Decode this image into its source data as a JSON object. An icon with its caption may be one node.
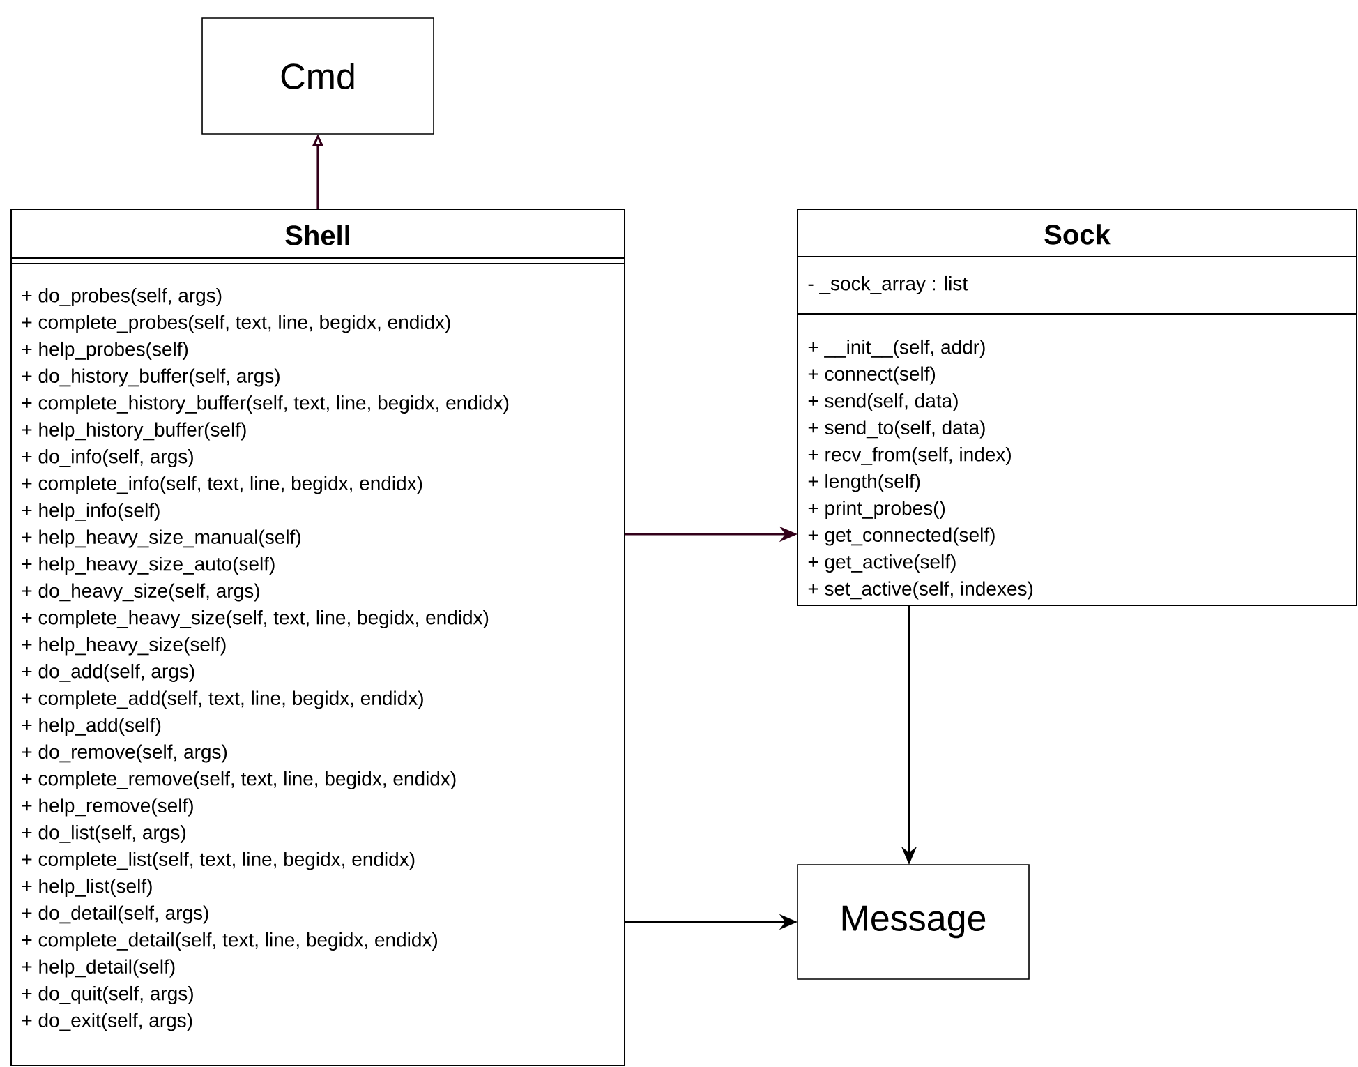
{
  "diagram": {
    "nodes": [
      {
        "text": [
          "Cmd"
        ]
      },
      {
        "text": [
          "Shell",
          "+ do_probes(self, args)",
          "+ complete_probes(self, text, line, begidx, endidx)",
          "+ help_probes(self)",
          "+ do_history_buffer(self, args)",
          "+ complete_history_buffer(self, text, line, begidx, endidx)",
          "+ help_history_buffer(self)",
          "+ do_info(self, args)",
          "+ complete_info(self, text, line, begidx, endidx)",
          "+ help_info(self)",
          "+ help_heavy_size_manual(self)",
          "+ help_heavy_size_auto(self)",
          "+ do_heavy_size(self, args)",
          "+ complete_heavy_size(self, text, line, begidx, endidx)",
          "+ help_heavy_size(self)",
          "+ do_add(self, args)",
          "+ complete_add(self, text, line, begidx, endidx)",
          "+ help_add(self)",
          "+ do_remove(self, args)",
          "+ complete_remove(self, text, line, begidx, endidx)",
          "+ help_remove(self)",
          "+ do_list(self, args)",
          "+ complete_list(self, text, line, begidx, endidx)",
          "+ help_list(self)",
          "+ do_detail(self, args)",
          "+ complete_detail(self, text, line, begidx, endidx)",
          "+ help_detail(self)",
          "+ do_quit(self, args)",
          "+ do_exit(self, args)"
        ]
      },
      {
        "text": [
          "Sock",
          "- _sock_array : list",
          "+ __init__(self, addr)",
          "+ connect(self)",
          "+ send(self, data)",
          "+ send_to(self, data)",
          "+ recv_from(self, index)",
          "+ length(self)",
          "+ print_probes()",
          "+ get_connected(self)",
          "+ get_active(self)",
          "+ set_active(self, indexes)"
        ]
      },
      {
        "text": [
          "Message"
        ]
      }
    ],
    "edges": [
      {
        "from": 1,
        "to": 0,
        "arrow": "to",
        "color": "#33001a"
      },
      {
        "from": 1,
        "to": 2,
        "arrow": "to",
        "color": "#33001a"
      },
      {
        "from": 2,
        "to": 3,
        "arrow": "to"
      },
      {
        "from": 1,
        "to": 3,
        "arrow": "to"
      }
    ]
  }
}
